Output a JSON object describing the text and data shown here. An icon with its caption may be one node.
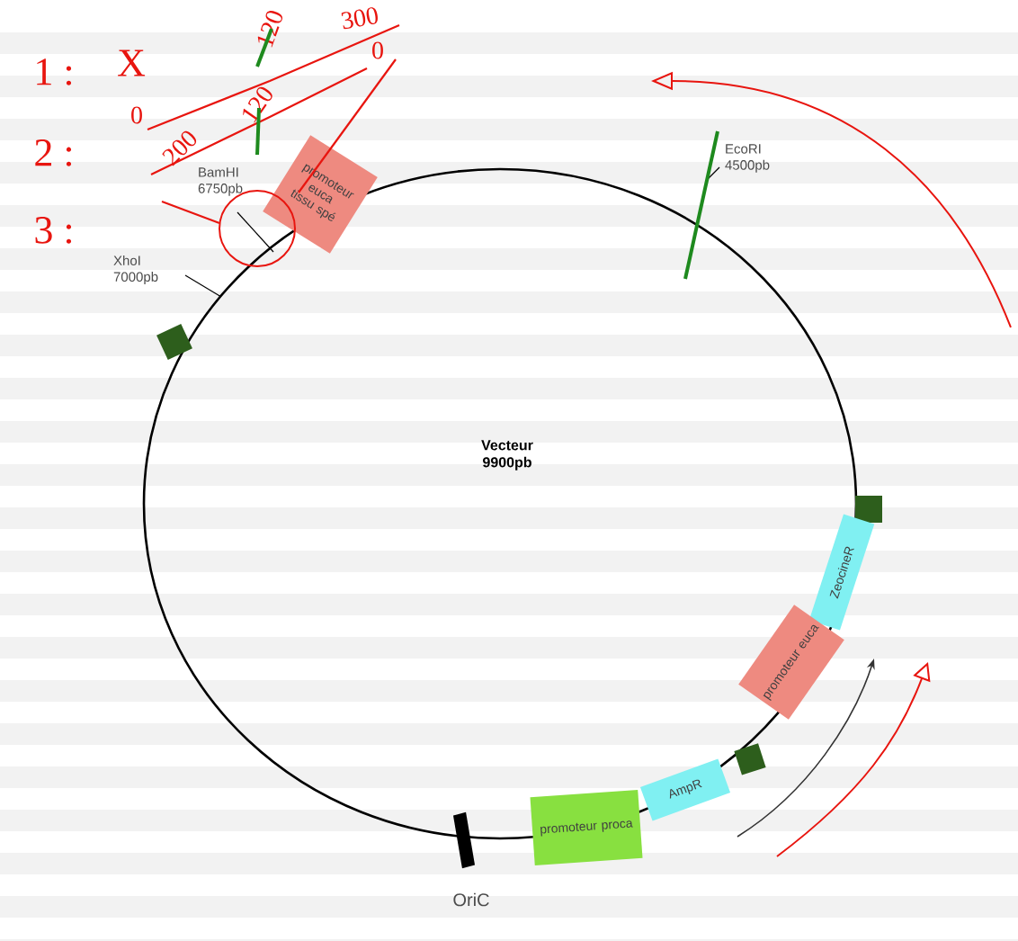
{
  "diagram": {
    "nodes": [
      {
        "text": [
          "promoteur euca tissu spé"
        ]
      },
      {
        "text": [],
        "shape": "box"
      },
      {
        "text": [],
        "shape": "box"
      },
      {
        "text": [
          "ZeocineR"
        ]
      },
      {
        "text": [
          "promoteur euca"
        ]
      },
      {
        "text": [],
        "shape": "box"
      },
      {
        "text": [
          "AmpR"
        ]
      },
      {
        "text": [
          "promoteur proca"
        ]
      },
      {
        "text": [],
        "shape": "bar",
        "beside": [
          "OriC"
        ]
      }
    ],
    "edges": [],
    "labels": [
      "1 :",
      "X",
      "120",
      "300",
      "2 :",
      "0",
      "120",
      "0",
      "3 :",
      "200",
      "BamHI 6750pb",
      "EcoRI 4500pb",
      "XhoI 7000pb",
      "Vecteur 9900pb"
    ]
  }
}
